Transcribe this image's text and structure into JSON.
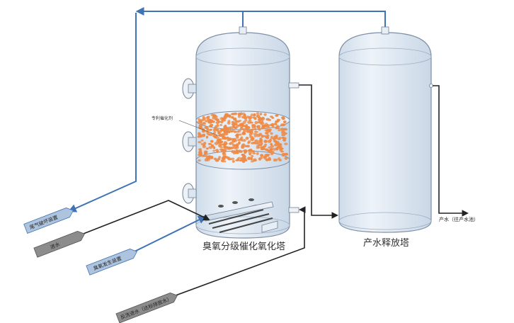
{
  "towers": {
    "oxidation_label": "臭氧分级催化氧化塔",
    "release_label": "产水释放塔"
  },
  "catalyst": {
    "label": "专利催化剂"
  },
  "tags": {
    "tail_gas": "尾气破坏装置",
    "inlet_water": "进水",
    "ozone_generator": "臭氧发生装置",
    "backwash_water": "反洗进水（达标排放水）"
  },
  "outlet": {
    "product_water": "产水（往产水池）"
  },
  "colors": {
    "tower_fill": "#dfe9f3",
    "gas_line": "#3f73b4",
    "water_line": "#222222",
    "catalyst": "#ee8a45",
    "tag_blue": "#aec4de",
    "tag_gray": "#8c8c8c"
  }
}
